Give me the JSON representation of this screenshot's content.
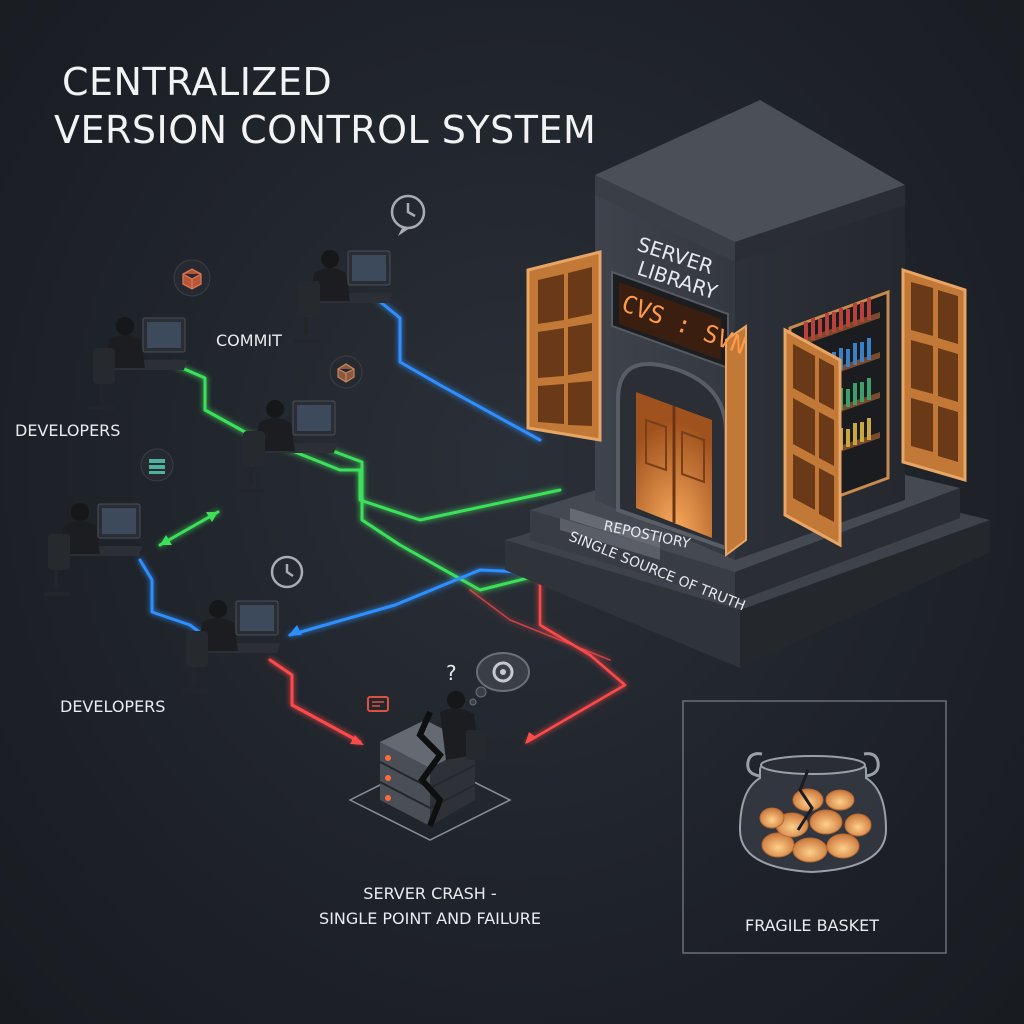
{
  "title": {
    "line1": "CENTRALIZED",
    "line2": "VERSION CONTROL SYSTEM"
  },
  "server": {
    "label_line1": "SERVER",
    "label_line2": "LIBRARY",
    "sign": "CVS : SVN",
    "repo_line1": "REPOSTIORY",
    "repo_line2": "SINGLE SOURCE OF TRUTH"
  },
  "labels": {
    "developers_top": "DEVELOPERS",
    "developers_bottom": "DEVELOPERS",
    "commit": "COMMIT",
    "crash_line1": "SERVER CRASH -",
    "crash_line2": "SINGLE POINT AND FAILURE",
    "fragile": "FRAGILE BASKET",
    "question": "?"
  },
  "colors": {
    "background": "#1f232a",
    "building": "#3a3f48",
    "window_glow": "#e8954a",
    "link_green": "#3ee05a",
    "link_blue": "#2f8fff",
    "link_red": "#ff4a4a",
    "text": "#f2f3f5"
  },
  "icons": [
    "clock-icon",
    "package-icon",
    "book-stack-icon",
    "message-icon",
    "thought-bubble-icon",
    "server-rack-icon",
    "jar-icon"
  ]
}
